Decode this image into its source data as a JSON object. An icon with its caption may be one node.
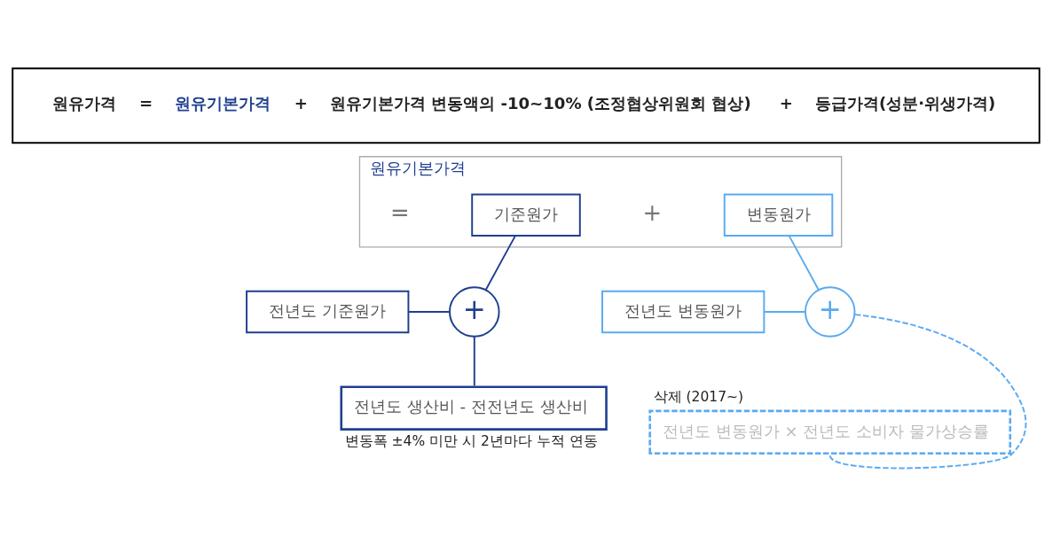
{
  "diagram": {
    "nodes": [
      {
        "text": [
          "원유가격",
          "=",
          "원유기본가격",
          "+",
          "원유기본가격 변동액의 -10~10% (조정협상위원회 협상)",
          "+",
          "등급가격(성분·위생가격)"
        ]
      },
      {
        "text": [
          "원유기본가격"
        ]
      },
      {
        "text": [
          "기준원가"
        ],
        "in": 1
      },
      {
        "text": [
          "변동원가"
        ],
        "in": 1
      },
      {
        "text": [
          "전년도 기준원가"
        ]
      },
      {
        "text": [
          "+"
        ]
      },
      {
        "text": [
          "+"
        ]
      },
      {
        "text": [
          "전년도 변동원가"
        ]
      },
      {
        "text": [
          "전년도 생산비 - 전전년도 생산비"
        ],
        "beside": [
          "변동폭 ±4% 미만 시 2년마다 누적 연동"
        ]
      },
      {
        "text": [
          "전년도 변동원가 × 전년도 소비자 물가상승률"
        ],
        "beside": [
          "삭제 (2017~)"
        ]
      }
    ],
    "edges": [
      {
        "from": 2,
        "to": 5,
        "arrow": "none",
        "color": "#1f3f8f"
      },
      {
        "from": 4,
        "to": 5,
        "arrow": "none",
        "color": "#1f3f8f"
      },
      {
        "from": 8,
        "to": 5,
        "arrow": "none",
        "color": "#1f3f8f"
      },
      {
        "from": 3,
        "to": 6,
        "arrow": "none",
        "color": "#5aaaf0"
      },
      {
        "from": 7,
        "to": 6,
        "arrow": "none",
        "color": "#5aaaf0"
      },
      {
        "from": 9,
        "to": 6,
        "arrow": "none",
        "style": "dashed",
        "color": "#5aaaf0"
      }
    ],
    "labels": [
      "=",
      "+"
    ]
  }
}
